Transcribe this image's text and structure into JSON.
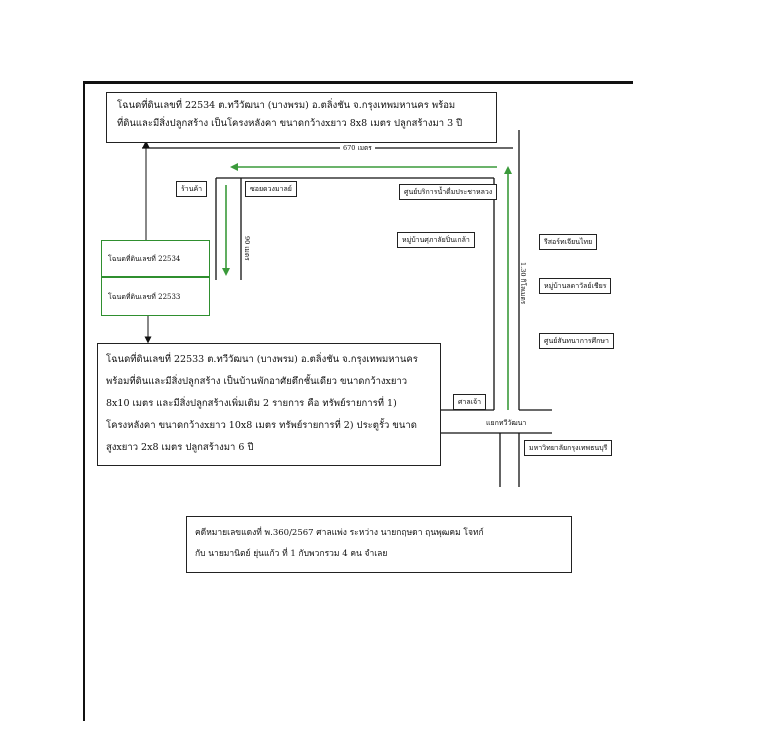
{
  "deed_22534_note": {
    "line1": "โฉนดที่ดินเลขที่ 22534 ต.ทวีวัฒนา (บางพรม) อ.ตลิ่งชัน จ.กรุงเทพมหานคร พร้อม",
    "line2": "ที่ดินและมีสิ่งปลูกสร้าง เป็นโครงหลังคา ขนาดกว้างxยาว 8x8 เมตร ปลูกสร้างมา 3 ปี"
  },
  "distance_top": "670 เมตร",
  "distance_side": "1.30 กิโลเมตร",
  "distance_soi": "90 เมตร",
  "landmarks": {
    "shop": "ร้านค้า",
    "soi": "ซอยดวงมาลย์",
    "water_center": "ศูนย์บริการน้ำดื่มประชาหลวง",
    "village_left": "หมู่บ้านศุภาลัยปิ่นเกล้า",
    "rotee": "รีสอร์ทเจียนไทย",
    "village_right": "หมู่บ้านลดาวัลย์เชียร",
    "sport_center": "ศูนย์สันทนาการศึกษา",
    "shrine": "ศาลเจ้า",
    "junction": "แยกทวีวัฒนา",
    "university": "มหาวิทยาลัยกรุงเทพธนบุรี"
  },
  "plots": {
    "plot_22534": "โฉนดที่ดินเลขที่ 22534",
    "plot_22533": "โฉนดที่ดินเลขที่ 22533"
  },
  "deed_22533_note": {
    "line1": "โฉนดที่ดินเลขที่ 22533 ต.ทวีวัฒนา (บางพรม) อ.ตลิ่งชัน จ.กรุงเทพมหานคร",
    "line2": "พร้อมที่ดินและมีสิ่งปลูกสร้าง เป็นบ้านพักอาศัยตึกชั้นเดียว ขนาดกว้างxยาว",
    "line3": "8x10 เมตร และมีสิ่งปลูกสร้างเพิ่มเติม 2 รายการ คือ ทรัพย์รายการที่ 1)",
    "line4": "โครงหลังคา ขนาดกว้างxยาว 10x8 เมตร ทรัพย์รายการที่ 2) ประตูรั้ว ขนาด",
    "line5": "สูงxยาว 2x8 เมตร ปลูกสร้างมา 6 ปี"
  },
  "case_note": {
    "line1": "คดีหมายเลขแดงที่ พ.360/2567 ศาลแพ่ง ระหว่าง นายกฤษดา ฤนพุฒคม โจทก์",
    "line2": "กับ นายมานิตย์ ยุ่นแก้ว ที่ 1 กับพวกรวม 4 คน จำเลย"
  },
  "colors": {
    "road": "#111111",
    "route": "#3a9a3a",
    "plot_border": "#2f8f2f"
  }
}
